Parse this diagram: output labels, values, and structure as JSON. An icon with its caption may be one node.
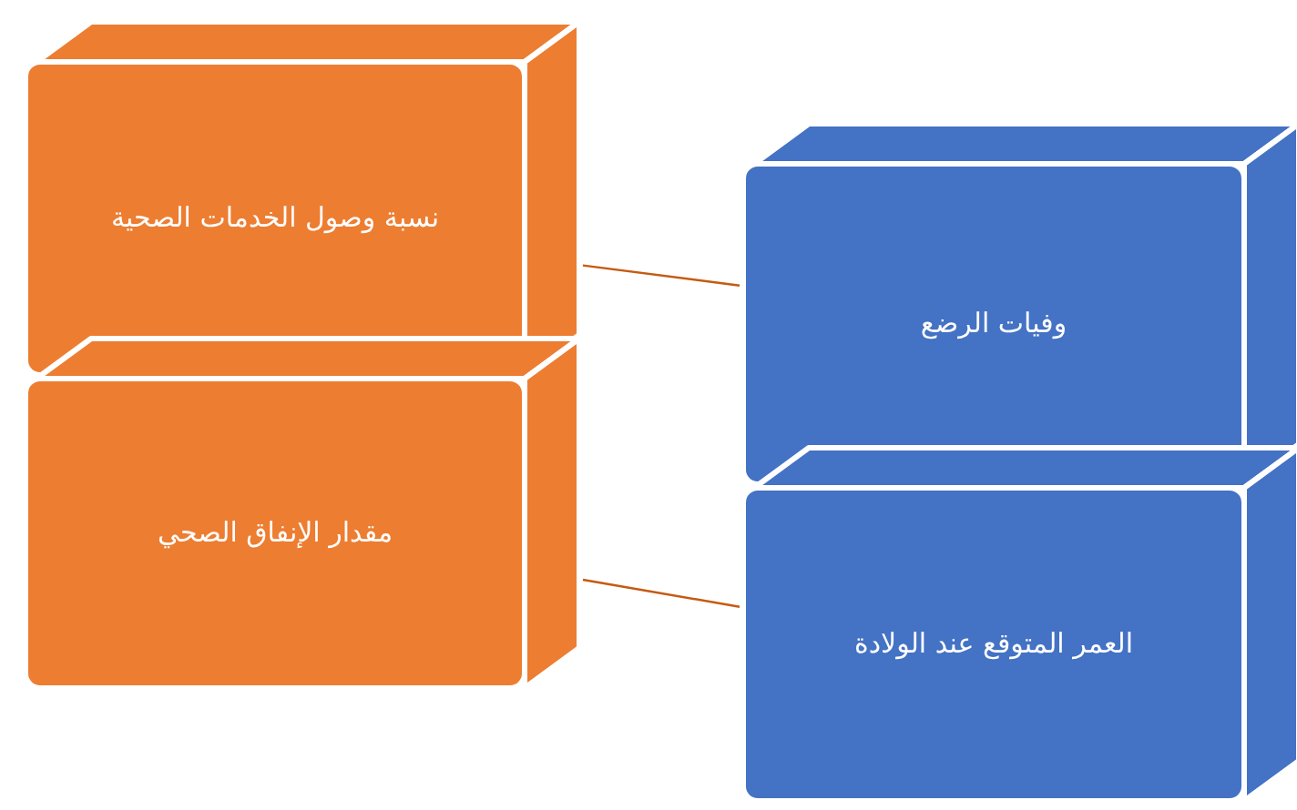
{
  "diagram": {
    "nodes": [
      {
        "text": [
          "نسبة وصول الخدمات الصحية"
        ]
      },
      {
        "text": [
          "مقدار الإنفاق الصحي"
        ]
      },
      {
        "text": [
          "وفيات الرضع"
        ]
      },
      {
        "text": [
          "العمر المتوقع عند الولادة"
        ]
      }
    ],
    "edges": [
      {
        "from": 0,
        "to": 2,
        "arrow": "none"
      },
      {
        "from": 1,
        "to": 3,
        "arrow": "none"
      }
    ]
  }
}
